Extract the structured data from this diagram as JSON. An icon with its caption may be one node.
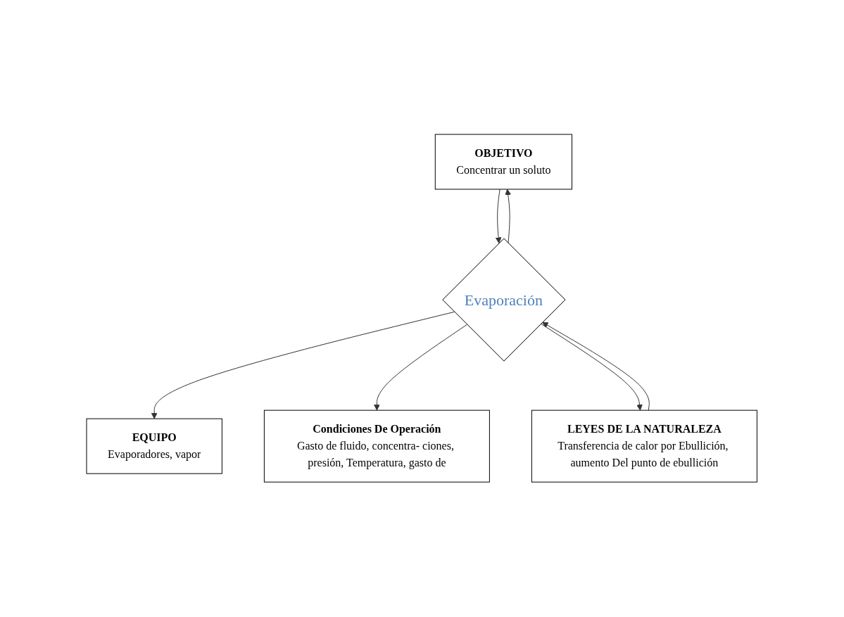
{
  "diagram": {
    "nodes": [
      {
        "text": [
          "OBJETIVO",
          "Concentrar un soluto"
        ]
      },
      {
        "text": [
          "EQUIPO",
          "Evaporadores, vapor"
        ]
      },
      {
        "text": [
          "Evaporación"
        ]
      },
      {
        "text": [
          "Condiciones De Operación",
          "Gasto de fluido, concentra- ciones, presión, Temperatura, gasto de"
        ]
      },
      {
        "text": [
          "LEYES DE LA NATURALEZA",
          "Transferencia de calor por Ebullición, aumento Del punto de ebullición"
        ]
      }
    ],
    "edges": [
      {
        "from": 0,
        "to": 2,
        "arrow": "to"
      },
      {
        "from": 2,
        "to": 0,
        "arrow": "to"
      },
      {
        "from": 2,
        "to": 1,
        "arrow": "to"
      },
      {
        "from": 2,
        "to": 3,
        "arrow": "to"
      },
      {
        "from": 2,
        "to": 4,
        "arrow": "to"
      },
      {
        "from": 4,
        "to": 2,
        "arrow": "to"
      }
    ]
  }
}
